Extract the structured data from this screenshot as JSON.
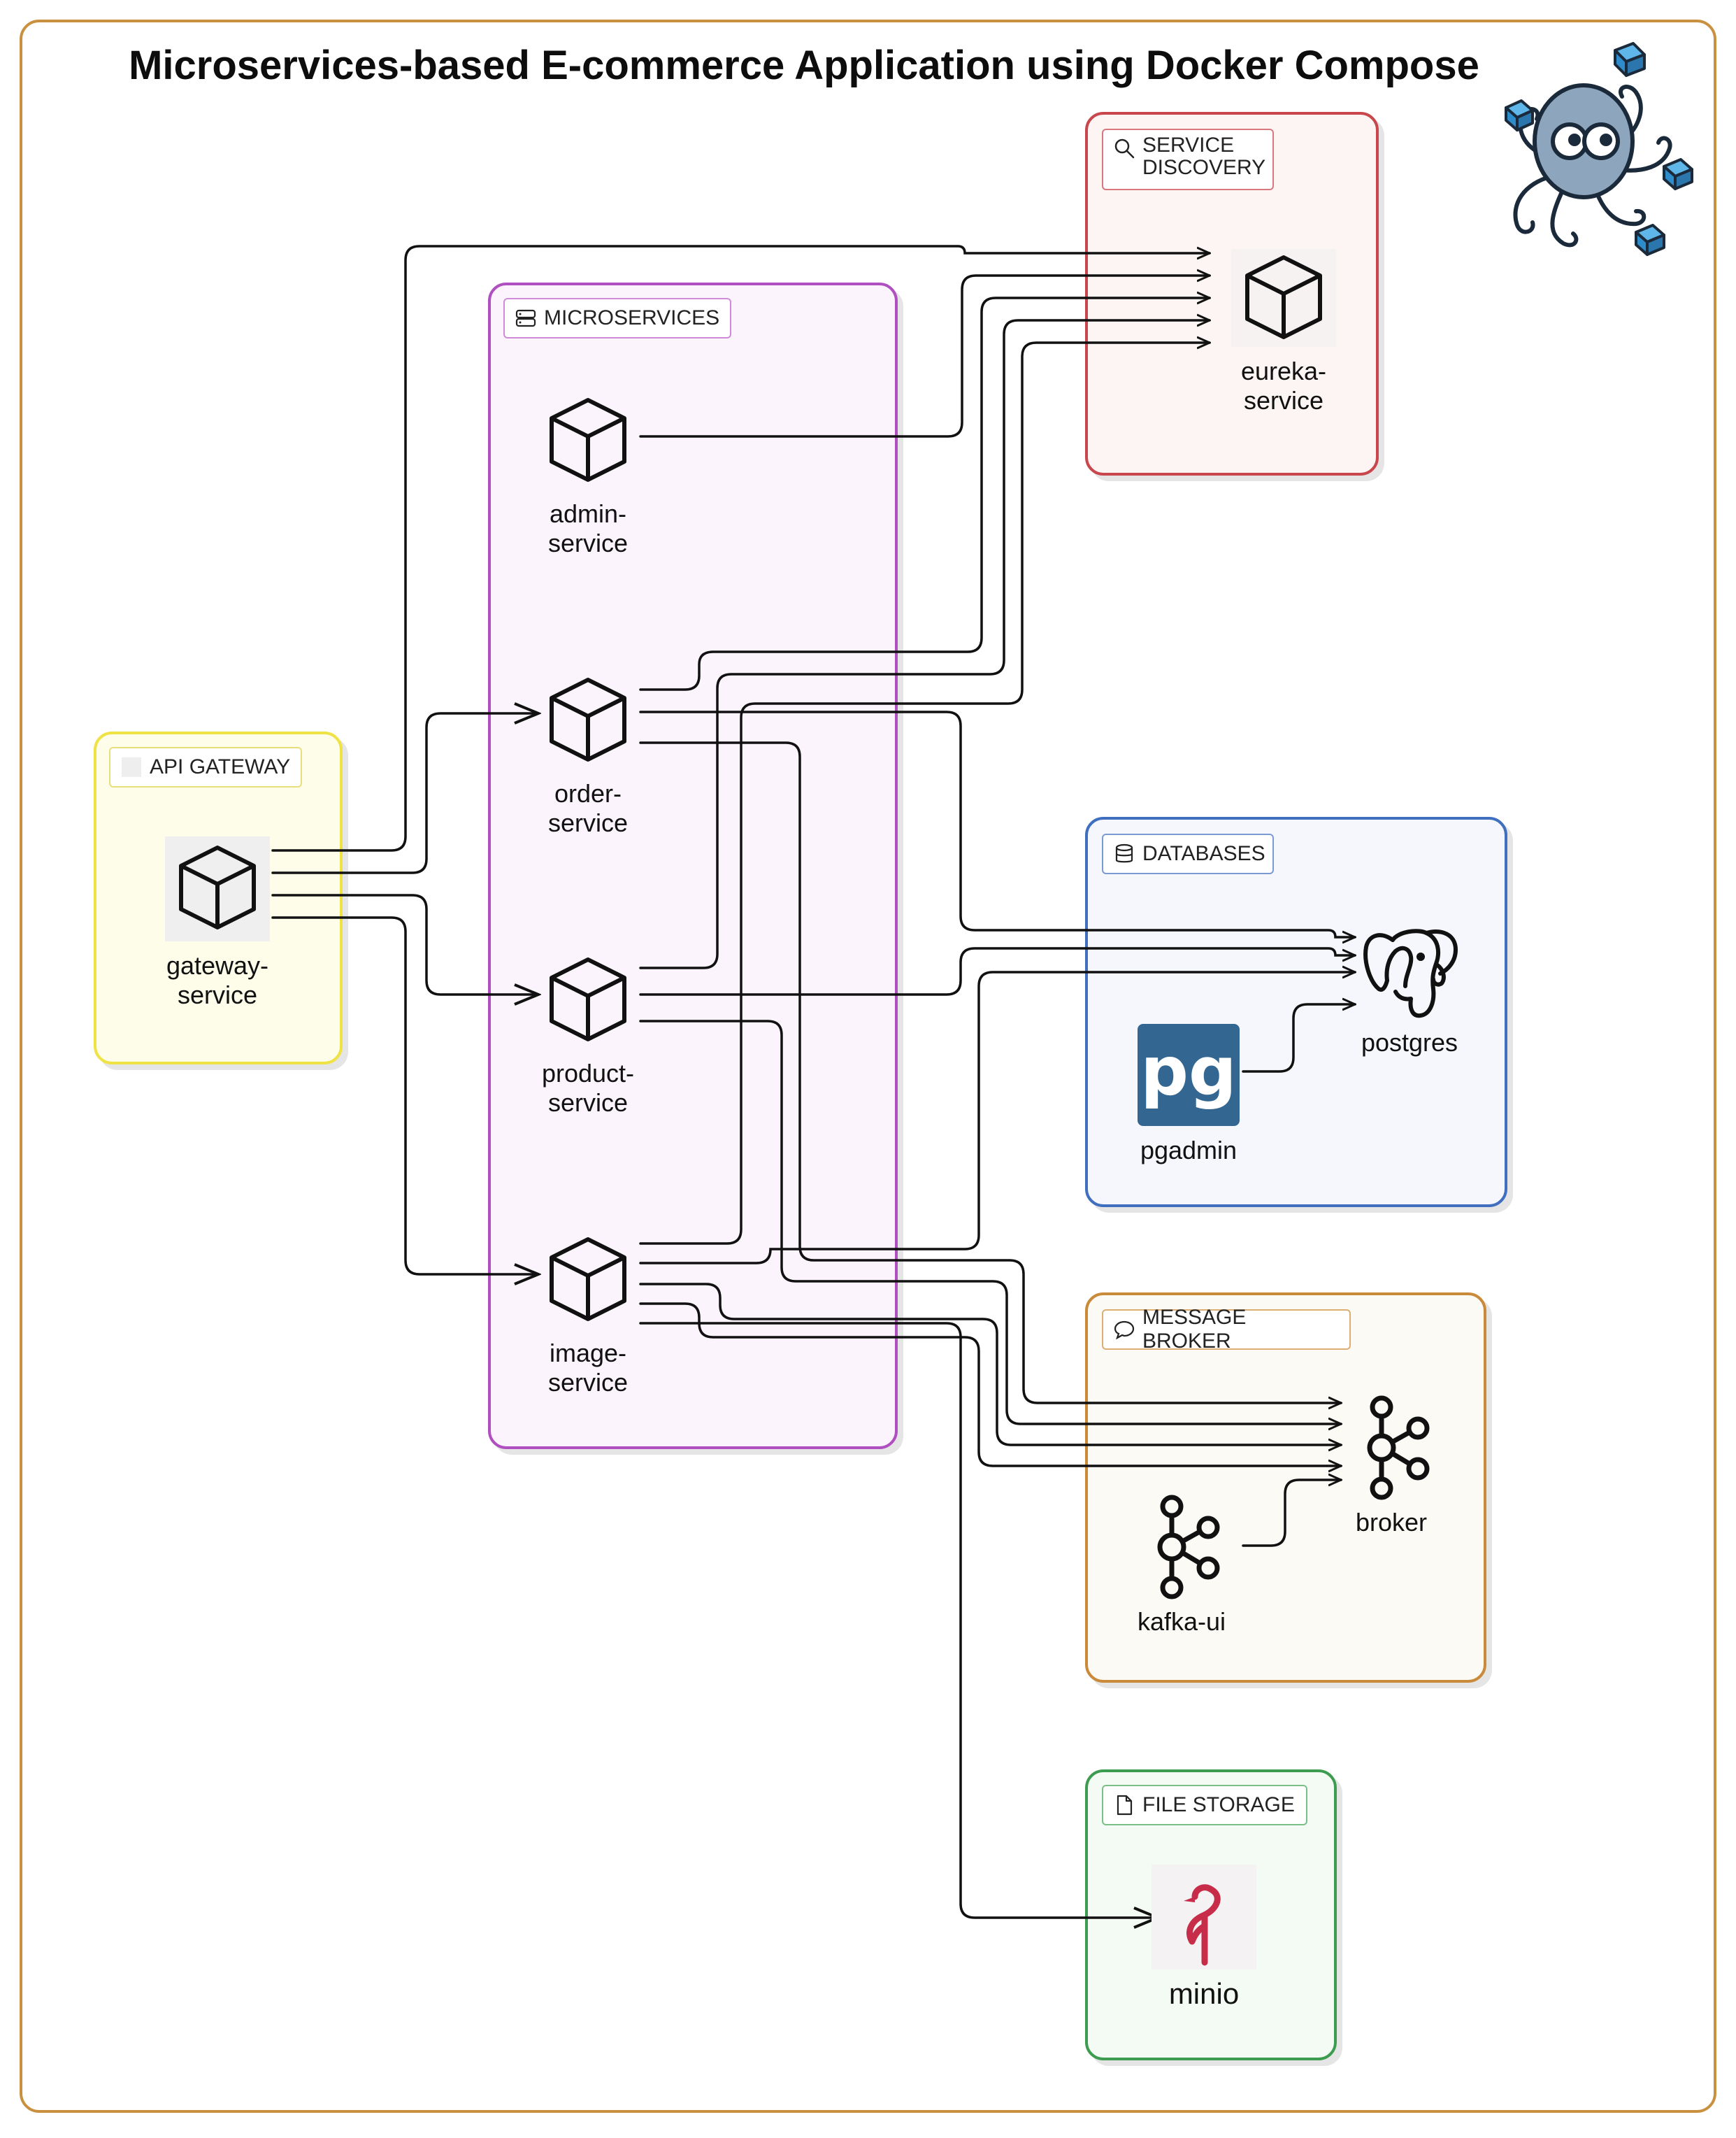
{
  "title": "Microservices-based E-commerce Application using Docker Compose",
  "groups": {
    "service_discovery": {
      "label": "SERVICE\nDISCOVERY",
      "icon": "search-icon",
      "color": "#c9464c"
    },
    "microservices": {
      "label": "MICROSERVICES",
      "icon": "server-icon",
      "color": "#b04fc0"
    },
    "api_gateway": {
      "label": "API GATEWAY",
      "icon": "blank-square-icon",
      "color": "#efe244"
    },
    "databases": {
      "label": "DATABASES",
      "icon": "database-icon",
      "color": "#3f6fbe"
    },
    "message_broker": {
      "label": "MESSAGE BROKER",
      "icon": "chat-bubble-icon",
      "color": "#c98a3a"
    },
    "file_storage": {
      "label": "FILE STORAGE",
      "icon": "document-icon",
      "color": "#3d9c4f"
    }
  },
  "nodes": {
    "eureka": {
      "label": "eureka-\nservice",
      "icon": "cube-icon"
    },
    "admin": {
      "label": "admin-\nservice",
      "icon": "cube-icon"
    },
    "order": {
      "label": "order-\nservice",
      "icon": "cube-icon"
    },
    "product": {
      "label": "product-\nservice",
      "icon": "cube-icon"
    },
    "image": {
      "label": "image-\nservice",
      "icon": "cube-icon"
    },
    "gateway": {
      "label": "gateway-\nservice",
      "icon": "cube-icon"
    },
    "postgres": {
      "label": "postgres",
      "icon": "postgresql-elephant-icon"
    },
    "pgadmin": {
      "label": "pgadmin",
      "icon": "pgadmin-logo-icon",
      "logo_text": "pg"
    },
    "broker": {
      "label": "broker",
      "icon": "kafka-icon"
    },
    "kafka_ui": {
      "label": "kafka-ui",
      "icon": "kafka-icon"
    },
    "minio": {
      "label": "minio",
      "icon": "minio-bird-icon"
    }
  },
  "logo": {
    "icon": "docker-compose-octopus-icon"
  },
  "connections": [
    {
      "from": "gateway-service",
      "to": "eureka-service"
    },
    {
      "from": "gateway-service",
      "to": "order-service"
    },
    {
      "from": "gateway-service",
      "to": "product-service"
    },
    {
      "from": "gateway-service",
      "to": "image-service"
    },
    {
      "from": "admin-service",
      "to": "eureka-service"
    },
    {
      "from": "order-service",
      "to": "eureka-service"
    },
    {
      "from": "product-service",
      "to": "eureka-service"
    },
    {
      "from": "image-service",
      "to": "eureka-service"
    },
    {
      "from": "order-service",
      "to": "postgres"
    },
    {
      "from": "product-service",
      "to": "postgres"
    },
    {
      "from": "image-service",
      "to": "postgres"
    },
    {
      "from": "pgadmin",
      "to": "postgres"
    },
    {
      "from": "order-service",
      "to": "broker"
    },
    {
      "from": "product-service",
      "to": "broker"
    },
    {
      "from": "image-service",
      "to": "broker"
    },
    {
      "from": "kafka-ui",
      "to": "broker"
    },
    {
      "from": "image-service",
      "to": "minio"
    }
  ]
}
